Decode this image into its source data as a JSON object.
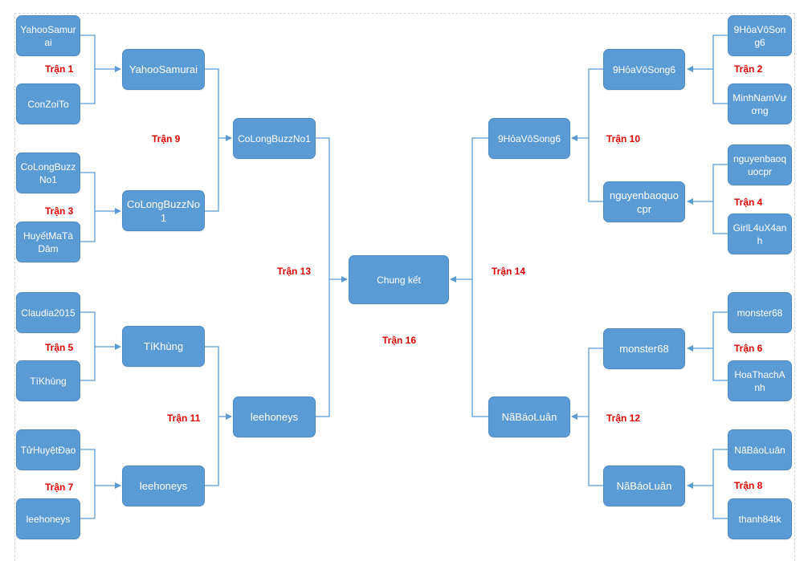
{
  "colors": {
    "node_fill": "#5b9bd5",
    "connector": "#5b9bd5",
    "match_label": "#e00000"
  },
  "players": {
    "p1": "YahooSamurai",
    "p2": "ConZoiTo",
    "p3": "CoLongBuzzNo1",
    "p4": "HuyếtMaTàDâm",
    "p5": "Claudia2015",
    "p6": "TíKhùng",
    "p7": "TửHuyệtĐạo",
    "p8": "leehoneys",
    "p9": "9HỏaVôSong6",
    "p10": "MinhNamVương",
    "p11": "nguyenbaoquocpr",
    "p12": "GirlL4uX4anh",
    "p13": "monster68",
    "p14": "HoaThachAnh",
    "p15": "NãBáoLuân",
    "p16": "thanh84tk"
  },
  "round2": {
    "w1": "YahooSamurai",
    "w3": "CoLongBuzzNo1",
    "w5": "TíKhùng",
    "w7": "leehoneys",
    "w2": "9HỏaVôSong6",
    "w4": "nguyenbaoquocpr",
    "w6": "monster68",
    "w8": "NãBáoLuân"
  },
  "round3": {
    "w9": "CoLongBuzzNo1",
    "w11": "leehoneys",
    "w10": "9HỏaVôSong6",
    "w12": "NãBáoLuân"
  },
  "final": {
    "label": "Chung kết"
  },
  "matches": {
    "m1": "Trận 1",
    "m2": "Trận 2",
    "m3": "Trận 3",
    "m4": "Trận 4",
    "m5": "Trận 5",
    "m6": "Trận 6",
    "m7": "Trận 7",
    "m8": "Trận 8",
    "m9": "Trận 9",
    "m10": "Trận 10",
    "m11": "Trận 11",
    "m12": "Trận 12",
    "m13": "Trận 13",
    "m14": "Trận 14",
    "m16": "Trận 16"
  }
}
